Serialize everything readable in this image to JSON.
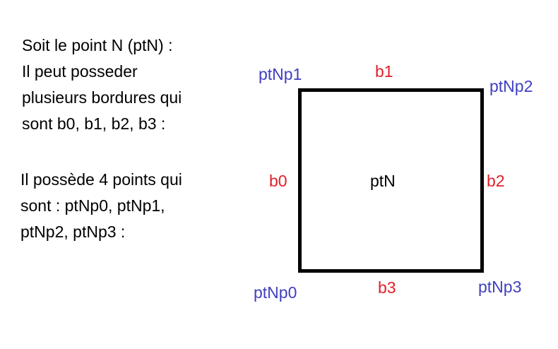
{
  "text": {
    "paragraph1": [
      "Soit le point N (ptN) :",
      "Il peut posseder",
      "plusieurs bordures qui",
      "sont b0, b1, b2, b3 :"
    ],
    "paragraph2": [
      "Il possède 4 points qui",
      "sont : ptNp0, ptNp1,",
      "ptNp2, ptNp3 :"
    ]
  },
  "diagram": {
    "center_label": "ptN",
    "corners": {
      "top_left": "ptNp1",
      "top_right": "ptNp2",
      "bottom_left": "ptNp0",
      "bottom_right": "ptNp3"
    },
    "borders": {
      "top": "b1",
      "left": "b0",
      "right": "b2",
      "bottom": "b3"
    }
  },
  "colors": {
    "corner_labels": "#4040c0",
    "border_labels": "#e0202a",
    "square_stroke": "#000000",
    "text": "#000000"
  }
}
